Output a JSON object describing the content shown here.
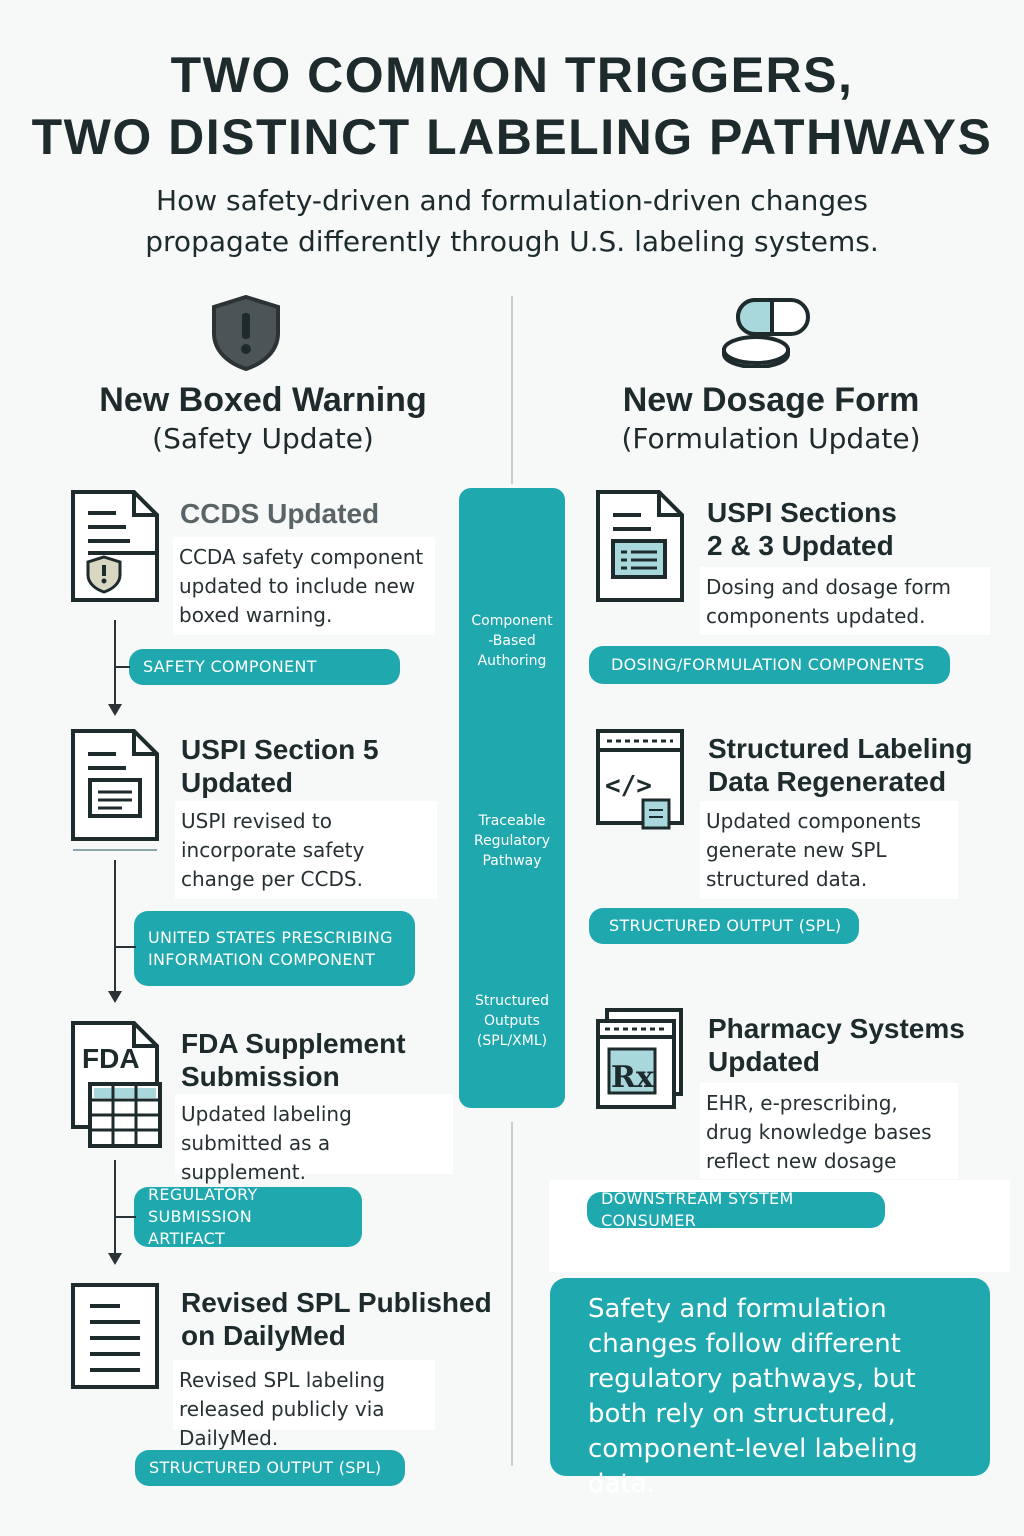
{
  "title": {
    "line1": "TWO COMMON TRIGGERS,",
    "line2": "TWO DISTINCT LABELING PATHWAYS"
  },
  "subtitle": {
    "line1": "How safety-driven and formulation-driven changes",
    "line2": "propagate differently through U.S. labeling systems."
  },
  "left_column": {
    "heading": "New Boxed Warning",
    "subheading": "(Safety Update)",
    "icon": "shield-exclamation-icon",
    "steps": [
      {
        "title": "CCDS Updated",
        "description": "CCDA safety component updated to include new boxed warning.",
        "tag": "SAFETY COMPONENT",
        "icon": "document-shield-icon"
      },
      {
        "title_line1": "USPI Section 5",
        "title_line2": "Updated",
        "description": "USPI revised to incorporate safety change per CCDS.",
        "tag_line1": "UNITED STATES PRESCRIBING",
        "tag_line2": "INFORMATION COMPONENT",
        "icon": "document-section-icon"
      },
      {
        "title_line1": "FDA Supplement",
        "title_line2": "Submission",
        "description": "Updated labeling submitted as a supplement.",
        "tag_line1": "REGULATORY SUBMISSION",
        "tag_line2": "ARTIFACT",
        "icon": "fda-document-icon",
        "icon_text": "FDA"
      },
      {
        "title_line1": "Revised SPL Published",
        "title_line2": "on DailyMed",
        "description": "Revised SPL labeling released publicly via DailyMed.",
        "tag": "STRUCTURED OUTPUT (SPL)",
        "icon": "document-lines-icon"
      }
    ]
  },
  "right_column": {
    "heading": "New Dosage Form",
    "subheading": "(Formulation Update)",
    "icon": "capsule-tablet-icon",
    "steps": [
      {
        "title_line1": "USPI Sections",
        "title_line2": "2 & 3 Updated",
        "description": "Dosing and dosage form components updated.",
        "tag": "DOSING/FORMULATION COMPONENTS",
        "icon": "document-table-icon"
      },
      {
        "title_line1": "Structured Labeling",
        "title_line2": "Data Regenerated (SPL)",
        "description": "Updated components generate new SPL structured data.",
        "tag": "STRUCTURED OUTPUT (SPL)",
        "icon": "code-window-icon",
        "icon_text": "</>"
      },
      {
        "title_line1": "Pharmacy Systems",
        "title_line2": "Updated",
        "description": "EHR, e-prescribing, drug knowledge bases reflect new dosage form.",
        "tag": "DOWNSTREAM SYSTEM CONSUMER",
        "icon": "rx-window-icon",
        "icon_text": "Rx"
      }
    ]
  },
  "center_bar": {
    "labels": [
      {
        "line1": "Component",
        "line2": "-Based",
        "line3": "Authoring"
      },
      {
        "line1": "Traceable",
        "line2": "Regulatory",
        "line3": "Pathway"
      },
      {
        "line1": "Structured",
        "line2": "Outputs",
        "line3": "(SPL/XML)"
      }
    ]
  },
  "summary": "Safety and formulation changes follow different regulatory pathways, but both rely on structured, component-level labeling data.",
  "colors": {
    "teal": "#1fa9ae",
    "dark": "#1e2b2d",
    "background": "#f7f9f9",
    "shield": "#4b5456",
    "capsule_fill": "#a9d8dc"
  }
}
